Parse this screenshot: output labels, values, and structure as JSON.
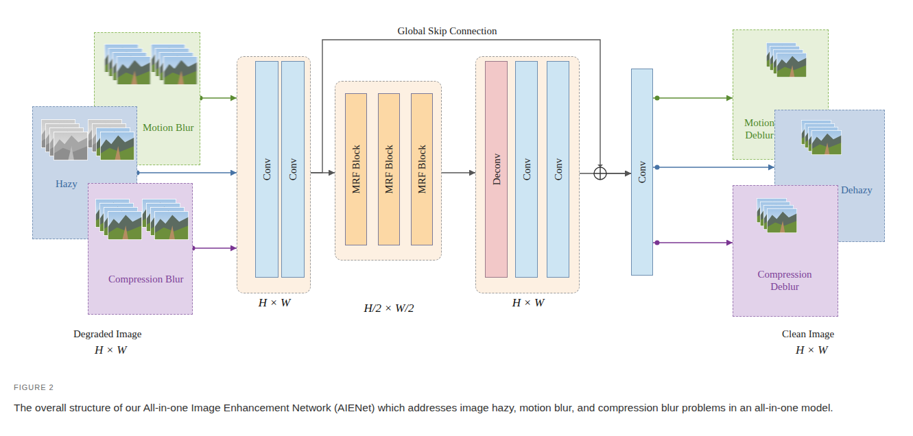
{
  "diagram": {
    "caption": "The overall structure of our All-in-one Image Enhancement Network (AIENet) which addresses image hazy, motion blur, and compression blur problems in an all-in-one model.",
    "nodes": [
      {
        "text": [
          "Motion Blur"
        ]
      },
      {
        "text": [
          "Hazy"
        ]
      },
      {
        "text": [
          "Compression Blur"
        ]
      },
      {
        "text": [
          "H × W"
        ]
      },
      {
        "text": [
          "Conv"
        ],
        "in": 3
      },
      {
        "text": [
          "Conv"
        ],
        "in": 3
      },
      {
        "text": [
          "H/2 × W/2"
        ]
      },
      {
        "text": [
          "MRF Block"
        ],
        "in": 6
      },
      {
        "text": [
          "MRF Block"
        ],
        "in": 6
      },
      {
        "text": [
          "MRF Block"
        ],
        "in": 6
      },
      {
        "text": [
          "H × W"
        ]
      },
      {
        "text": [
          "Deconv"
        ],
        "in": 10
      },
      {
        "text": [
          "Conv"
        ],
        "in": 10
      },
      {
        "text": [
          "Conv"
        ],
        "in": 10
      },
      {
        "text": [
          "Conv"
        ]
      },
      {
        "text": [
          "Motion Deblur"
        ]
      },
      {
        "text": [
          "Dehazy"
        ]
      },
      {
        "text": [
          "Compression Deblur"
        ]
      }
    ],
    "edges": [
      {
        "from": 0,
        "to": 3,
        "arrow": "to"
      },
      {
        "from": 1,
        "to": 3,
        "arrow": "to"
      },
      {
        "from": 2,
        "to": 3,
        "arrow": "to"
      },
      {
        "from": 3,
        "to": 6,
        "arrow": "to"
      },
      {
        "from": 6,
        "to": 10,
        "arrow": "to"
      },
      {
        "from": 10,
        "to": 14,
        "arrow": "to"
      },
      {
        "from": 3,
        "to": 14,
        "label": "Global Skip Connection",
        "arrow": "to"
      },
      {
        "from": 14,
        "to": 15,
        "arrow": "to"
      },
      {
        "from": 14,
        "to": 16,
        "arrow": "to"
      },
      {
        "from": 14,
        "to": 17,
        "arrow": "to"
      }
    ],
    "labels": [
      "Degraded Image",
      "H × W",
      "Clean Image",
      "H × W",
      "FIGURE 2"
    ]
  }
}
